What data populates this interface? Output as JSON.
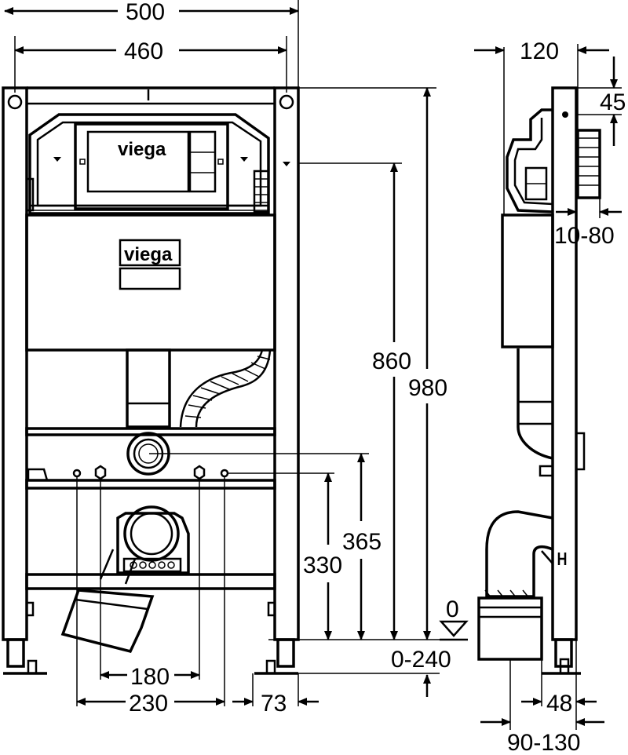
{
  "brand": {
    "logo_text": "viega"
  },
  "dimensions": {
    "frame_outer_width": "500",
    "frame_hole_spacing": "460",
    "total_height": "980",
    "top_height": "860",
    "outlet_height": "365",
    "connection_height": "330",
    "stud_spacing_inner": "180",
    "stud_spacing_outer": "230",
    "foot_offset": "73",
    "floor_level": "0",
    "floor_adjust": "0-240",
    "frame_depth": "120",
    "top_gap": "45",
    "wall_adjust": "10-80",
    "side_offset": "48",
    "outlet_range": "90-130"
  }
}
